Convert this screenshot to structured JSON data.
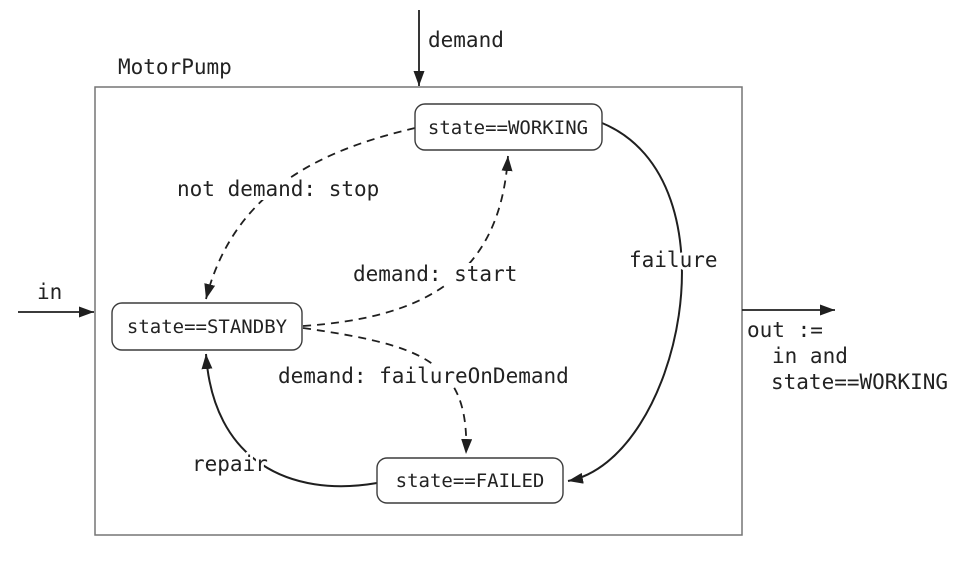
{
  "diagram": {
    "title": "MotorPump",
    "states": {
      "working": "state==WORKING",
      "standby": "state==STANDBY",
      "failed": "state==FAILED"
    },
    "transitions": {
      "stop": {
        "label": "not demand: stop",
        "from": "working",
        "to": "standby",
        "style": "dashed"
      },
      "start": {
        "label": "demand: start",
        "from": "standby",
        "to": "working",
        "style": "dashed"
      },
      "failureOnDemand": {
        "label": "demand: failureOnDemand",
        "from": "standby",
        "to": "failed",
        "style": "dashed"
      },
      "failure": {
        "label": "failure",
        "from": "working",
        "to": "failed",
        "style": "solid"
      },
      "repair": {
        "label": "repair",
        "from": "failed",
        "to": "standby",
        "style": "solid"
      }
    },
    "inputs": {
      "demand": "demand",
      "in": "in"
    },
    "output": {
      "line1": "out :=",
      "line2": "in and",
      "line3": "state==WORKING"
    },
    "colors": {
      "line": "#1f1f1f",
      "state_border": "#3c3c3c",
      "container_border": "#757575",
      "text": "#222222",
      "background": "#ffffff"
    }
  }
}
